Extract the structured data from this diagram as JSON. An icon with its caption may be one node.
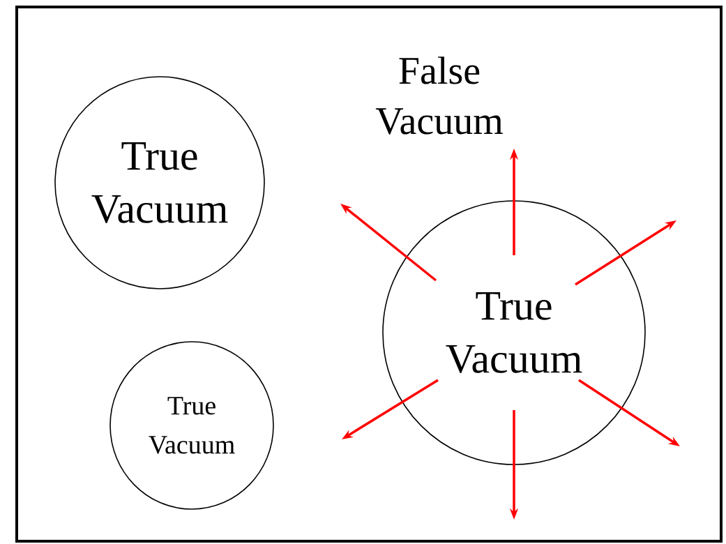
{
  "diagram": {
    "nodes": [
      {
        "text": [
          "True Vacuum"
        ]
      },
      {
        "text": [
          "True Vacuum"
        ]
      },
      {
        "text": [
          "True Vacuum"
        ]
      }
    ],
    "edges": [
      {
        "from": 2,
        "to": null,
        "arrow": "to"
      },
      {
        "from": 2,
        "to": null,
        "arrow": "to"
      },
      {
        "from": 2,
        "to": null,
        "arrow": "to"
      },
      {
        "from": 2,
        "to": null,
        "arrow": "to"
      },
      {
        "from": 2,
        "to": null,
        "arrow": "to"
      },
      {
        "from": 2,
        "to": null,
        "arrow": "to"
      }
    ],
    "labels": [
      "False Vacuum"
    ]
  }
}
